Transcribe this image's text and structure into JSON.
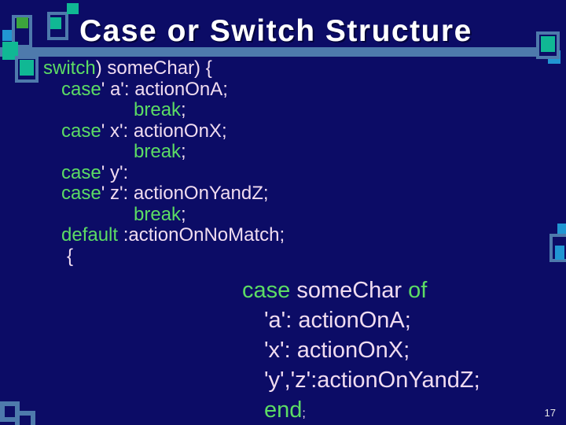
{
  "slide": {
    "title": "Case or Switch Structure",
    "page_number": "17"
  },
  "colors": {
    "background": "#0C0C66",
    "title_text": "#FFFFFF",
    "keyword_green": "#5CDC64",
    "code_pink": "#F0DCF0",
    "steel_blue": "#4E7AAC",
    "teal_green": "#10B894",
    "bright_blue": "#2196D3",
    "leaf_green": "#3CA53C",
    "page_number_text": "#E6E6E6"
  },
  "code_left": {
    "lines": [
      {
        "indent": "a",
        "segments": [
          {
            "t": "switch",
            "c": "keyword"
          },
          {
            "t": ") someChar) {",
            "c": "code"
          }
        ]
      },
      {
        "indent": "b",
        "segments": [
          {
            "t": "case",
            "c": "keyword"
          },
          {
            "t": "' a': actionOnA;",
            "c": "code"
          }
        ]
      },
      {
        "indent": "c",
        "segments": [
          {
            "t": "break",
            "c": "keyword"
          },
          {
            "t": ";",
            "c": "code"
          }
        ]
      },
      {
        "indent": "b",
        "segments": [
          {
            "t": "case",
            "c": "keyword"
          },
          {
            "t": "' x': actionOnX;",
            "c": "code"
          }
        ]
      },
      {
        "indent": "c",
        "segments": [
          {
            "t": "break",
            "c": "keyword"
          },
          {
            "t": ";",
            "c": "code"
          }
        ]
      },
      {
        "indent": "b",
        "segments": [
          {
            "t": "case",
            "c": "keyword"
          },
          {
            "t": "' y':",
            "c": "code"
          }
        ]
      },
      {
        "indent": "b",
        "segments": [
          {
            "t": "case",
            "c": "keyword"
          },
          {
            "t": "' z': actionOnYandZ;",
            "c": "code"
          }
        ]
      },
      {
        "indent": "c",
        "segments": [
          {
            "t": "break",
            "c": "keyword"
          },
          {
            "t": ";",
            "c": "code"
          }
        ]
      },
      {
        "indent": "b",
        "segments": [
          {
            "t": "default",
            "c": "keyword"
          },
          {
            "t": " :actionOnNoMatch;",
            "c": "code"
          }
        ]
      },
      {
        "indent": "b2",
        "segments": [
          {
            "t": "{",
            "c": "code"
          }
        ]
      }
    ]
  },
  "code_right": {
    "lines": [
      {
        "indent": "ra",
        "segments": [
          {
            "t": "case",
            "c": "keyword"
          },
          {
            "t": " someChar ",
            "c": "code"
          },
          {
            "t": "of",
            "c": "keyword"
          }
        ]
      },
      {
        "indent": "rb",
        "segments": [
          {
            "t": "'a': actionOnA;",
            "c": "code"
          }
        ]
      },
      {
        "indent": "rb",
        "segments": [
          {
            "t": "'x': actionOnX;",
            "c": "code"
          }
        ]
      },
      {
        "indent": "rb",
        "segments": [
          {
            "t": "'y','z':actionOnYandZ;",
            "c": "code"
          }
        ]
      },
      {
        "indent": "rb",
        "segments": [
          {
            "t": "end",
            "c": "keyword"
          },
          {
            "t": ";",
            "c": "code",
            "small": true
          }
        ]
      }
    ]
  }
}
